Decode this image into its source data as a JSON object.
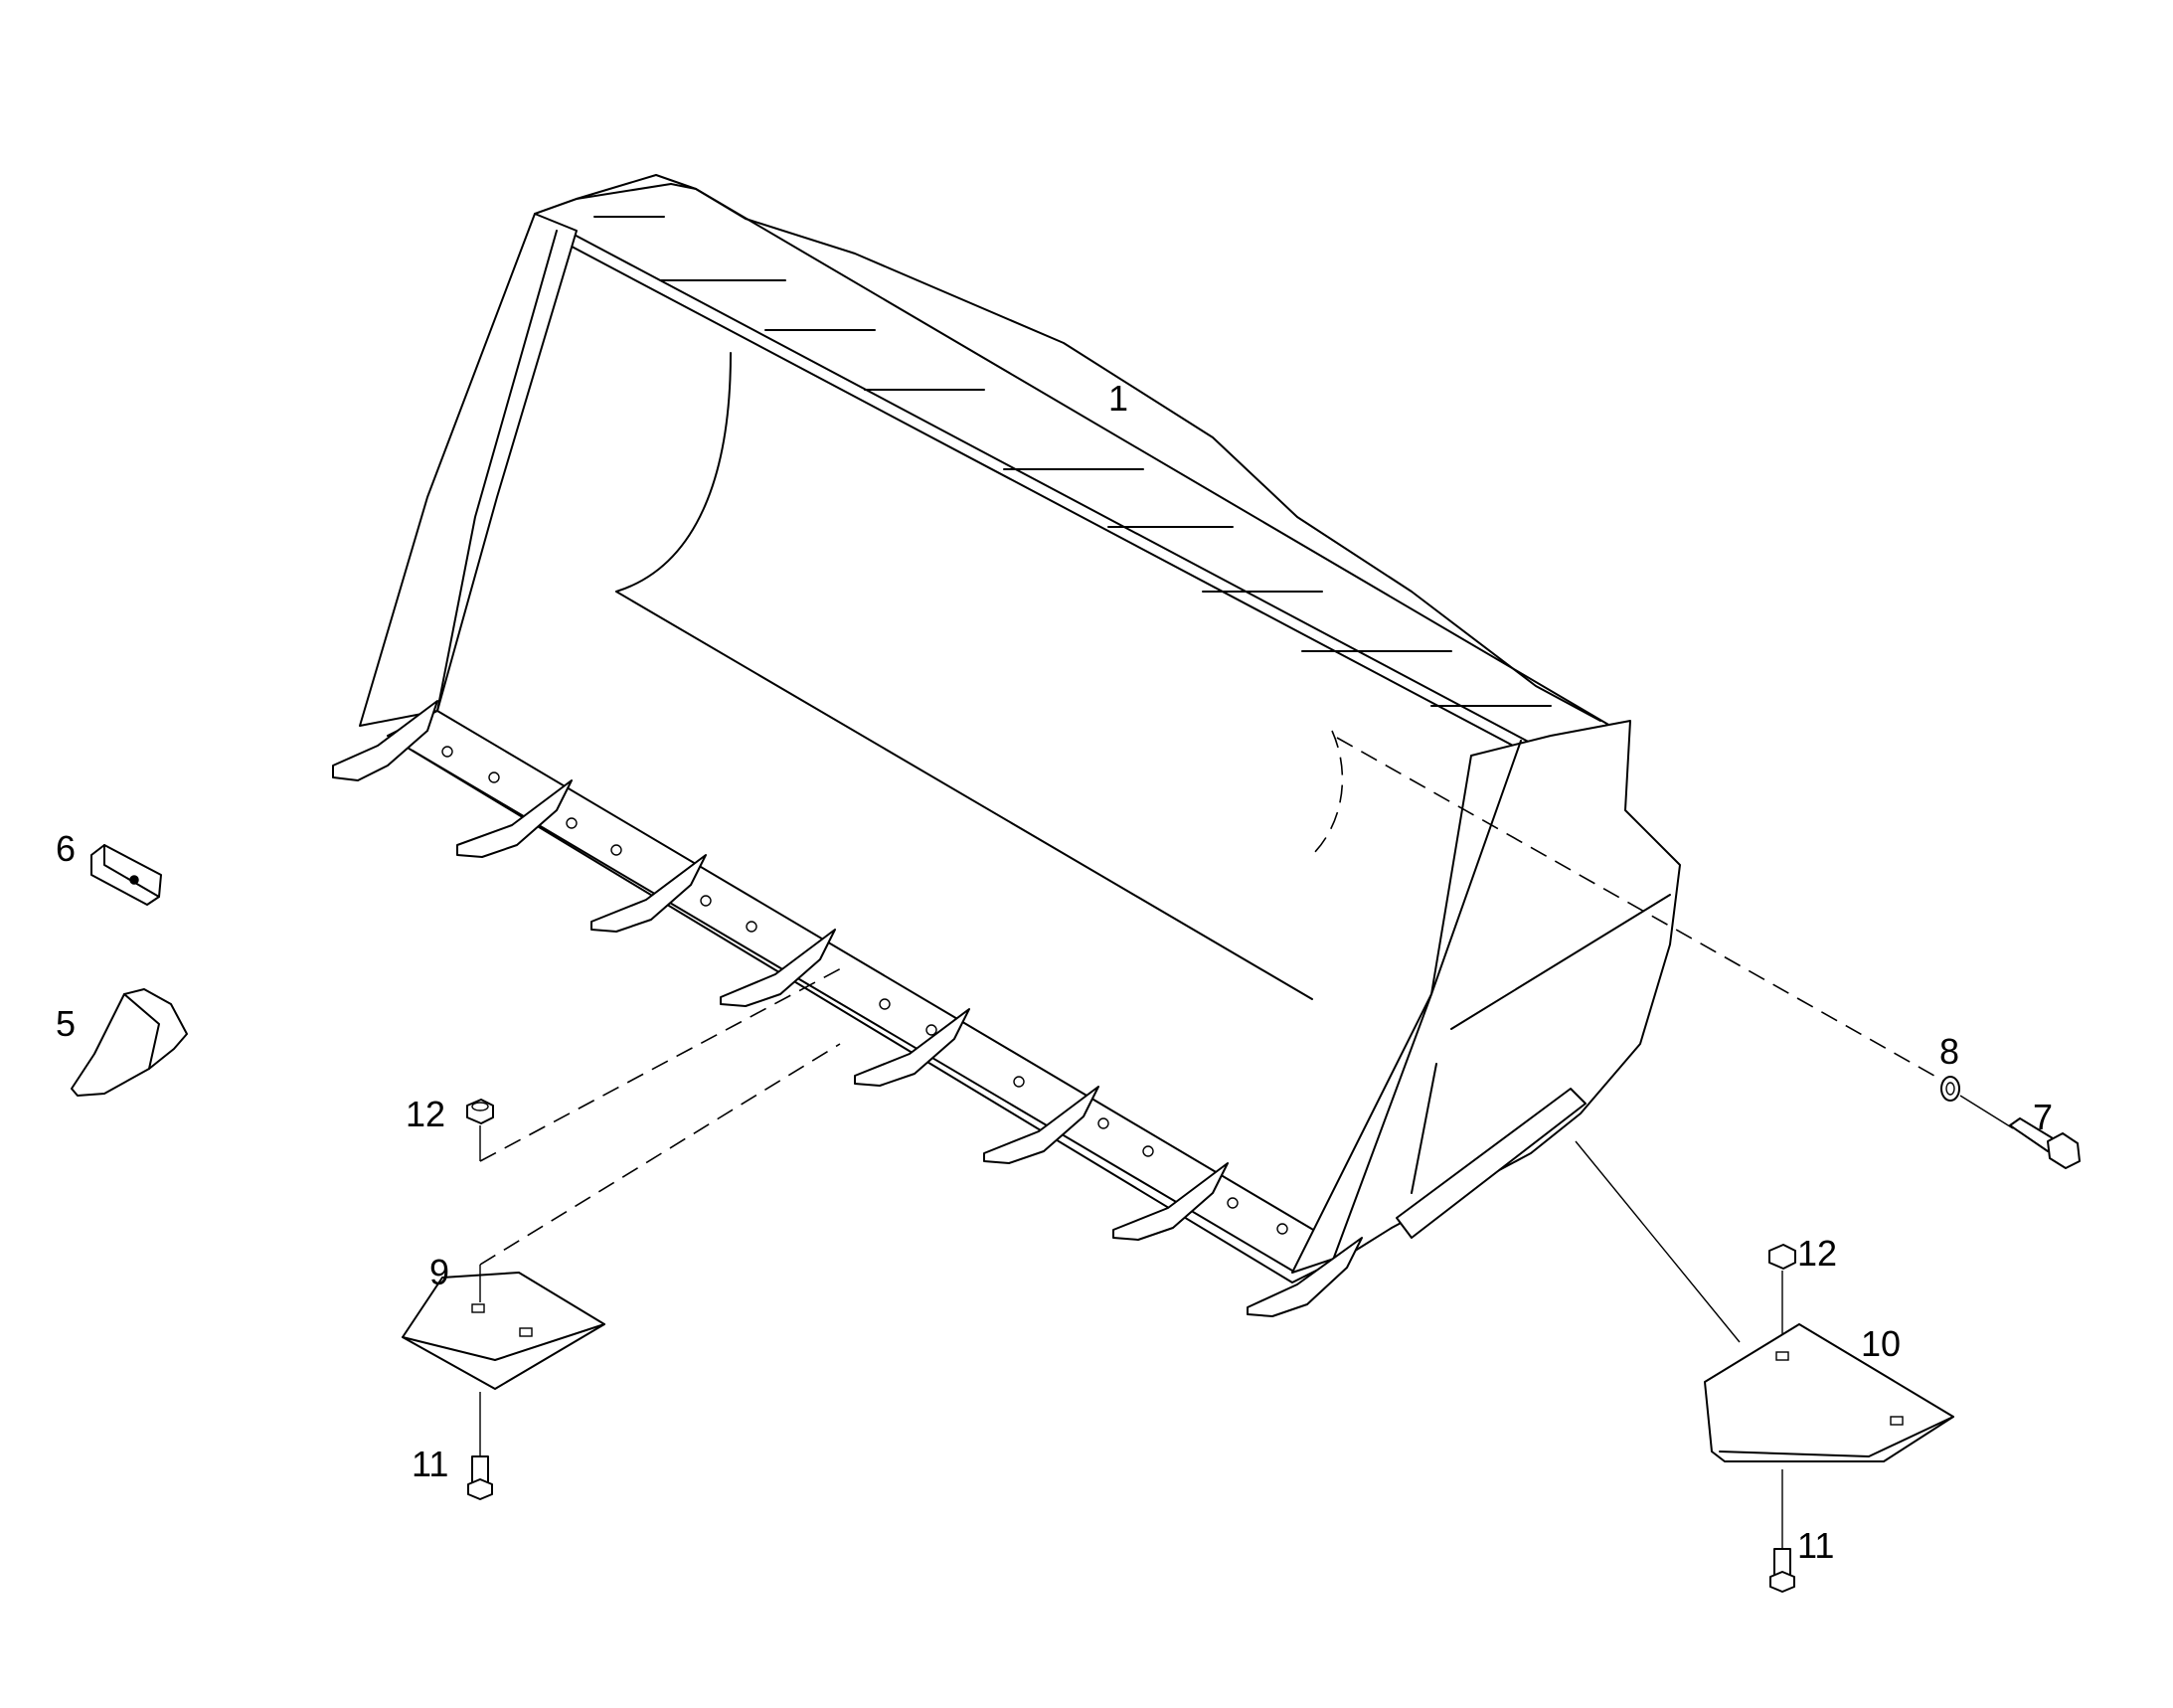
{
  "diagram": {
    "callouts": {
      "c1": "1",
      "c5": "5",
      "c6": "6",
      "c7": "7",
      "c8": "8",
      "c9": "9",
      "c10": "10",
      "c11a": "11",
      "c11b": "11",
      "c12a": "12",
      "c12b": "12"
    }
  },
  "colors": {
    "line": "#000000",
    "background": "#ffffff"
  }
}
